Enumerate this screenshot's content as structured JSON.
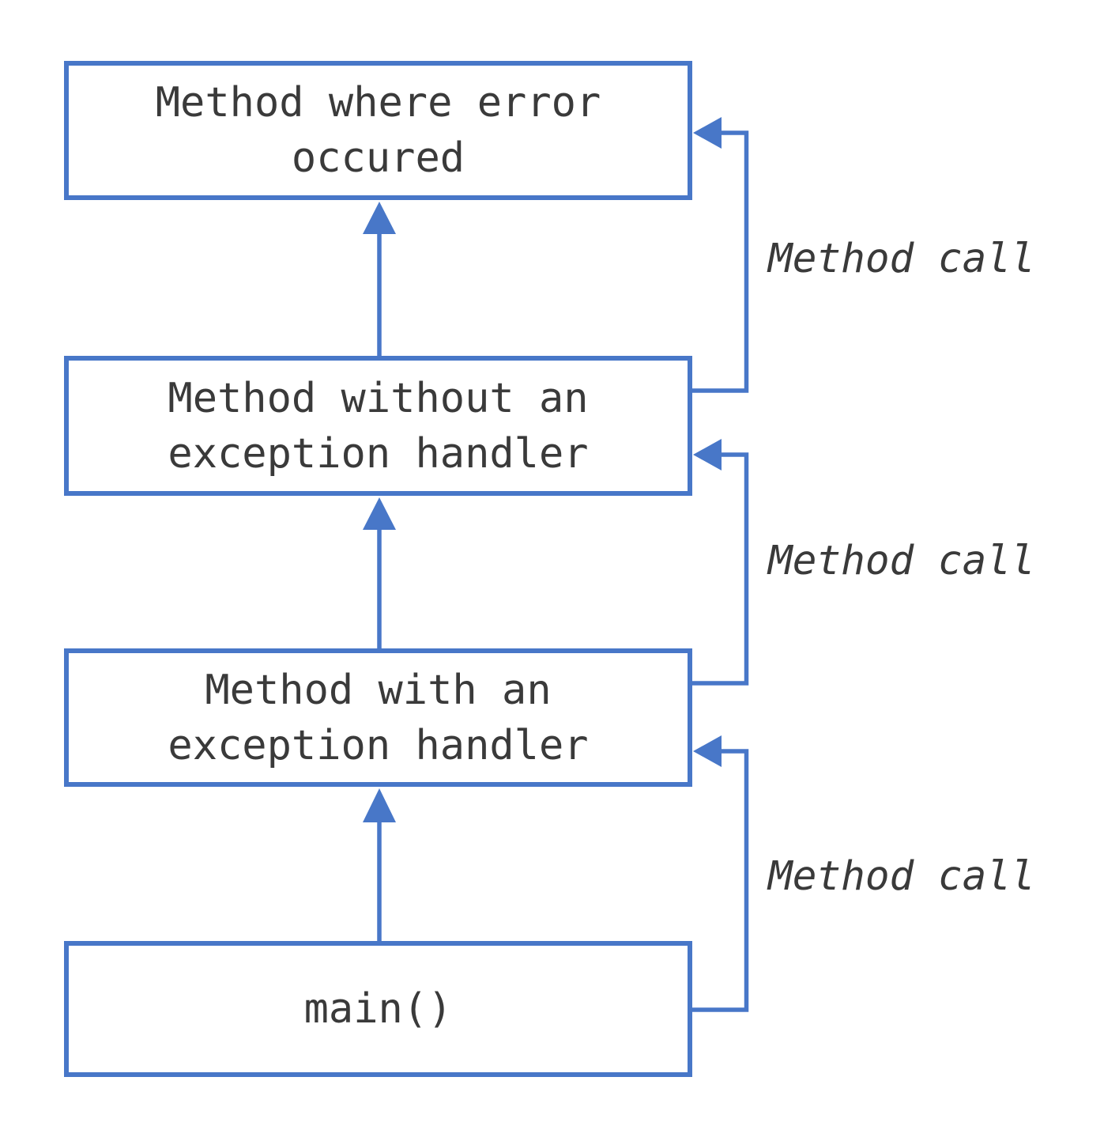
{
  "colors": {
    "accent": "#4877C8",
    "text": "#3A3A3A",
    "background": "#FFFFFF"
  },
  "diagram": {
    "boxes": [
      {
        "id": "method-where-error-occured",
        "text": "Method where error\noccured"
      },
      {
        "id": "method-without-exception-handler",
        "text": "Method without an\nexception handler"
      },
      {
        "id": "method-with-exception-handler",
        "text": "Method with an\nexception handler"
      },
      {
        "id": "main",
        "text": "main()"
      }
    ],
    "call_labels": [
      {
        "text": "Method call"
      },
      {
        "text": "Method call"
      },
      {
        "text": "Method call"
      }
    ]
  }
}
